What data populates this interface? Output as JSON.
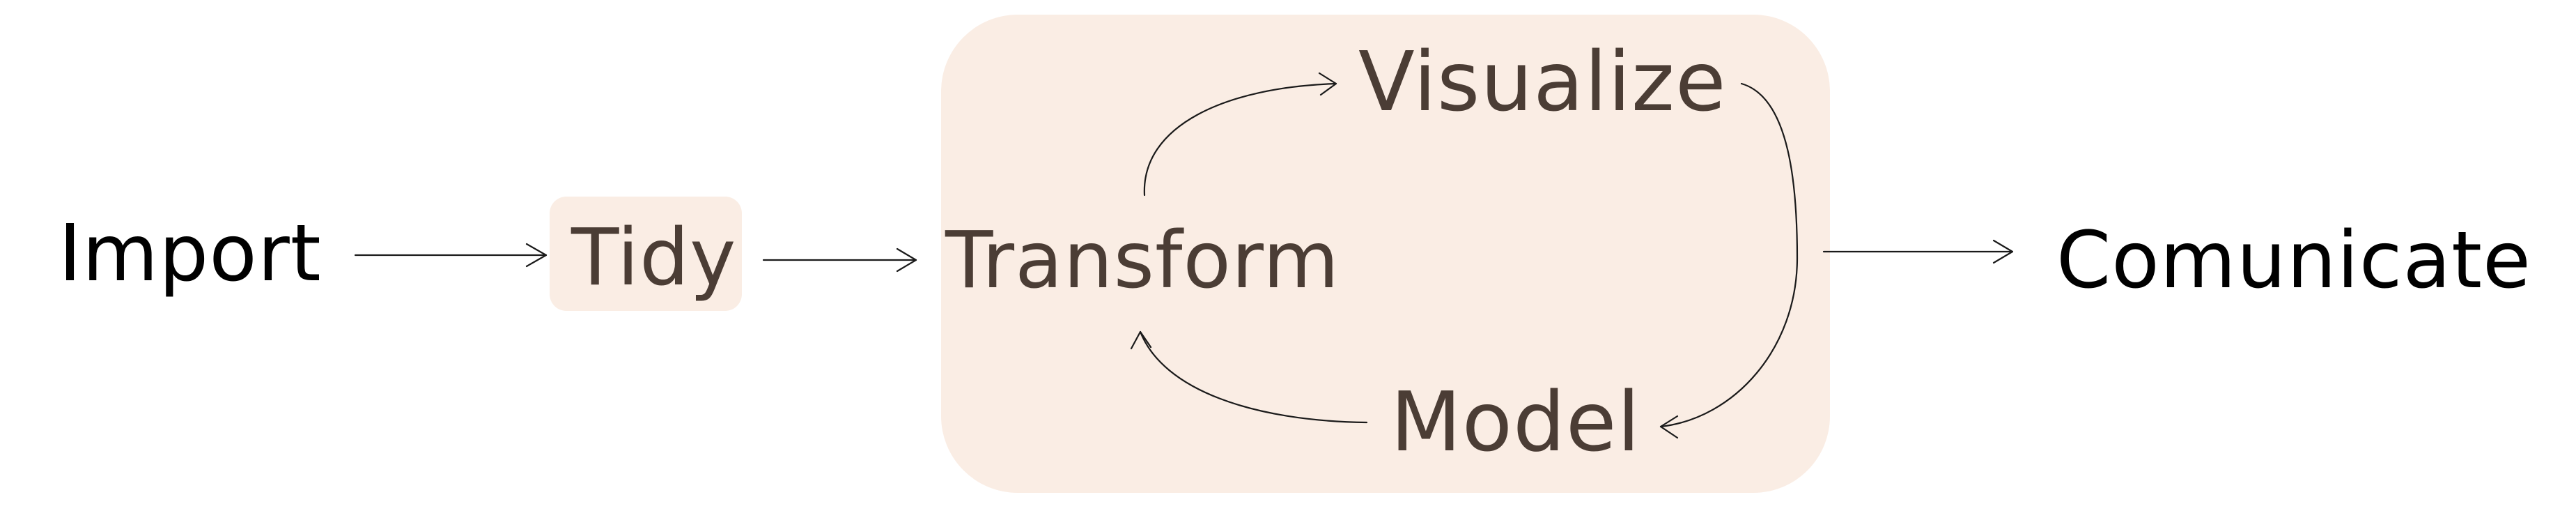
{
  "stages": {
    "import": "Import",
    "tidy": "Tidy",
    "transform": "Transform",
    "visualize": "Visualize",
    "model": "Model",
    "communicate": "Comunicate"
  },
  "colors": {
    "box_fill": "#faede4",
    "outer_text": "#000000",
    "inner_text": "#4b3d35",
    "arrow": "#1a1a1a"
  }
}
